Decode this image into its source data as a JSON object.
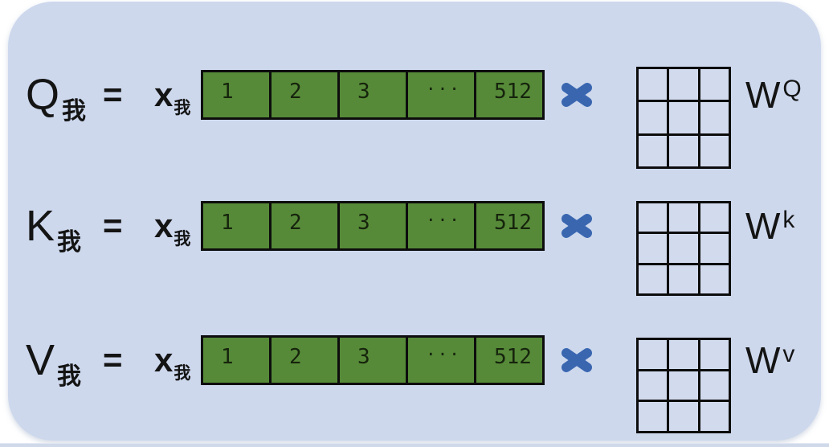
{
  "figure": {
    "description": "Diagram of computing Query, Key and Value vectors from a token embedding in a transformer attention mechanism",
    "token": "我",
    "embedding_dim": "512"
  },
  "colors": {
    "panel_bg": "#cdd8ed",
    "vector_green": "#568a38",
    "multiply_blue": "#3a66b0",
    "line_black": "#0d0d0d"
  },
  "rows": [
    {
      "output_letter": "Q",
      "output_subscript": "我",
      "equals": "=",
      "input_letter": "x",
      "input_subscript": "我",
      "vector_cells": [
        "1",
        "2",
        "3",
        "···",
        "512"
      ],
      "multiply_icon": "multiply-x",
      "weight_letter": "W",
      "weight_superscript": "Q"
    },
    {
      "output_letter": "K",
      "output_subscript": "我",
      "equals": "=",
      "input_letter": "x",
      "input_subscript": "我",
      "vector_cells": [
        "1",
        "2",
        "3",
        "···",
        "512"
      ],
      "multiply_icon": "multiply-x",
      "weight_letter": "W",
      "weight_superscript": "k"
    },
    {
      "output_letter": "V",
      "output_subscript": "我",
      "equals": "=",
      "input_letter": "x",
      "input_subscript": "我",
      "vector_cells": [
        "1",
        "2",
        "3",
        "···",
        "512"
      ],
      "multiply_icon": "multiply-x",
      "weight_letter": "W",
      "weight_superscript": "v"
    }
  ]
}
